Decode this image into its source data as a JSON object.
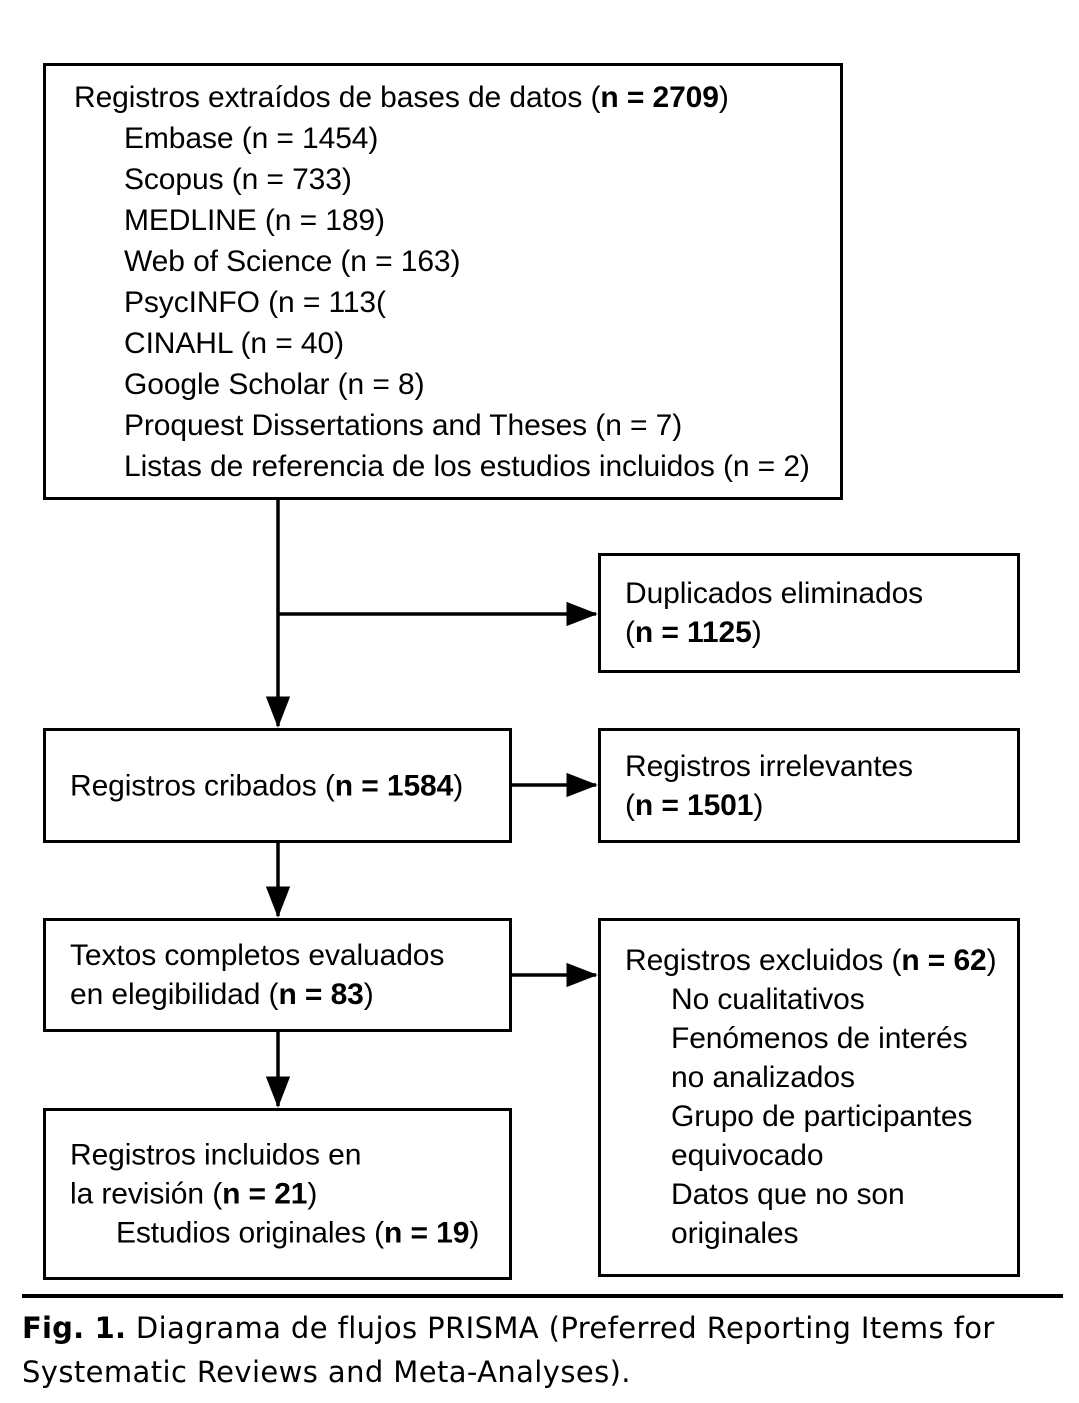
{
  "figure": {
    "caption_label": "Fig. 1.",
    "caption_text": " Diagrama de flujos PRISMA (Preferred Reporting Items for Systematic Reviews and Meta-Analyses)."
  },
  "boxes": {
    "sources": {
      "title_prefix": "Registros extraídos de bases de datos (",
      "title_n": "n = 2709",
      "title_suffix": ")",
      "items": [
        "Embase (n = 1454)",
        "Scopus (n = 733)",
        "MEDLINE (n = 189)",
        "Web of Science (n = 163)",
        "PsycINFO (n = 113(",
        "CINAHL (n = 40)",
        "Google Scholar (n = 8)",
        "Proquest Dissertations and Theses (n = 7)",
        "Listas de referencia de los estudios incluidos (n = 2)"
      ]
    },
    "duplicates": {
      "line1": "Duplicados eliminados",
      "line2_prefix": "(",
      "line2_n": "n = 1125",
      "line2_suffix": ")"
    },
    "screened": {
      "prefix": "Registros cribados (",
      "n": "n = 1584",
      "suffix": ")"
    },
    "irrelevant": {
      "line1": "Registros irrelevantes",
      "line2_prefix": "(",
      "line2_n": "n = 1501",
      "line2_suffix": ")"
    },
    "fulltext": {
      "line1": "Textos completos evaluados",
      "line2_prefix": "en elegibilidad (",
      "line2_n": "n = 83",
      "line2_suffix": ")"
    },
    "excluded": {
      "title_prefix": "Registros excluidos (",
      "title_n": "n = 62",
      "title_suffix": ")",
      "reasons": [
        "No cualitativos",
        "Fenómenos de interés",
        "no analizados",
        "Grupo de participantes",
        "equivocado",
        "Datos que no son",
        "originales"
      ]
    },
    "included": {
      "line1": "Registros incluidos en",
      "line2_prefix": "la revisión (",
      "line2_n": "n = 21",
      "line2_suffix": ")",
      "line3_prefix": "Estudios originales (",
      "line3_n": "n = 19",
      "line3_suffix": ")"
    }
  },
  "style": {
    "stroke": "#000000",
    "background": "#ffffff"
  }
}
